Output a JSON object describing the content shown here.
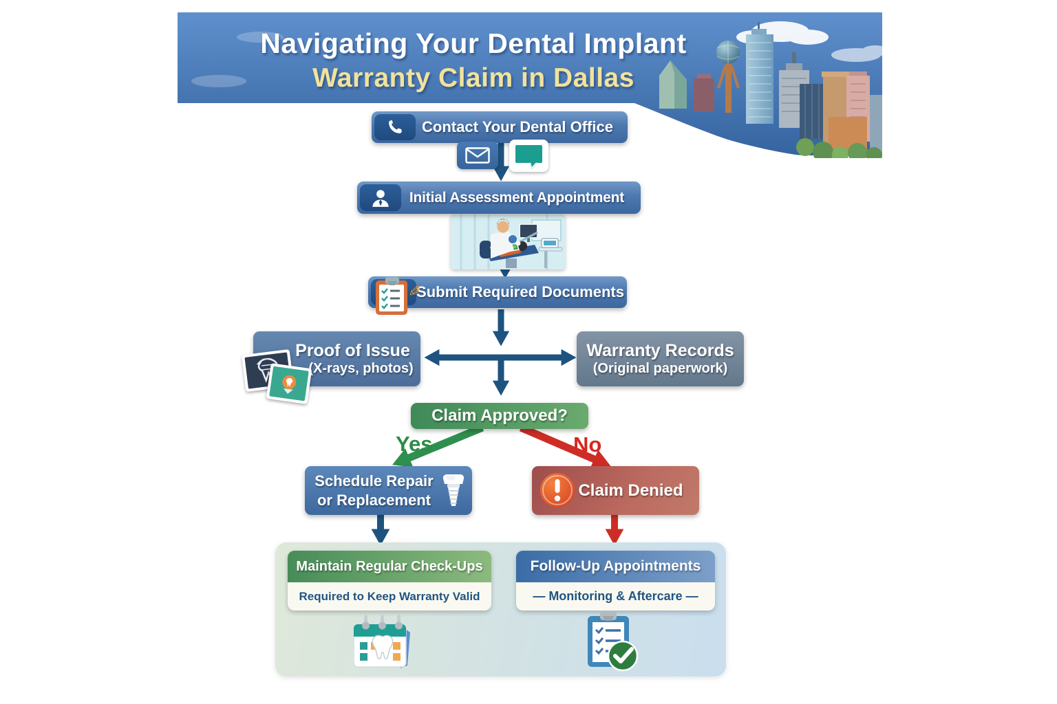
{
  "header": {
    "title_line1": "Navigating Your Dental Implant",
    "title_line2": "Warranty Claim in Dallas"
  },
  "steps": {
    "contact": "Contact Your Dental Office",
    "assessment": "Initial Assessment Appointment",
    "submit": "Submit Required Documents"
  },
  "documents": {
    "proof": {
      "title": "Proof of Issue",
      "subtitle": "(X-rays, photos)"
    },
    "warranty": {
      "title": "Warranty Records",
      "subtitle": "(Original paperwork)"
    }
  },
  "decision": {
    "question": "Claim Approved?",
    "yes_label": "Yes",
    "no_label": "No",
    "approved": {
      "line1": "Schedule Repair",
      "line2": "or Replacement"
    },
    "denied": "Claim Denied"
  },
  "outcomes": {
    "checkups": {
      "title": "Maintain Regular Check-Ups",
      "subtitle": "Required to Keep Warranty Valid"
    },
    "followup": {
      "title": "Follow-Up Appointments",
      "subtitle": "— Monitoring & Aftercare —"
    }
  },
  "icons": {
    "phone": "phone-icon",
    "envelope": "envelope-icon",
    "chat": "chat-bubble-icon",
    "person": "person-icon",
    "clipboard": "clipboard-checklist-icon",
    "pencil": "pencil-icon",
    "xray": "xray-photo-icon",
    "photo": "tooth-photo-icon",
    "implant": "dental-implant-icon",
    "alert": "alert-exclamation-icon",
    "calendar": "calendar-tooth-icon",
    "clipboard_check": "clipboard-check-icon",
    "skyline": "dallas-skyline"
  },
  "colors": {
    "banner_blue": "#3f6fae",
    "step_blue": "#4c77af",
    "arrow_blue": "#1e537f",
    "approved_green": "#4a9360",
    "yes_green": "#2e8b48",
    "no_red": "#d8271f",
    "denied_red": "#b65450",
    "teal": "#1b9e8f",
    "header_yellow": "#f3e29b"
  }
}
